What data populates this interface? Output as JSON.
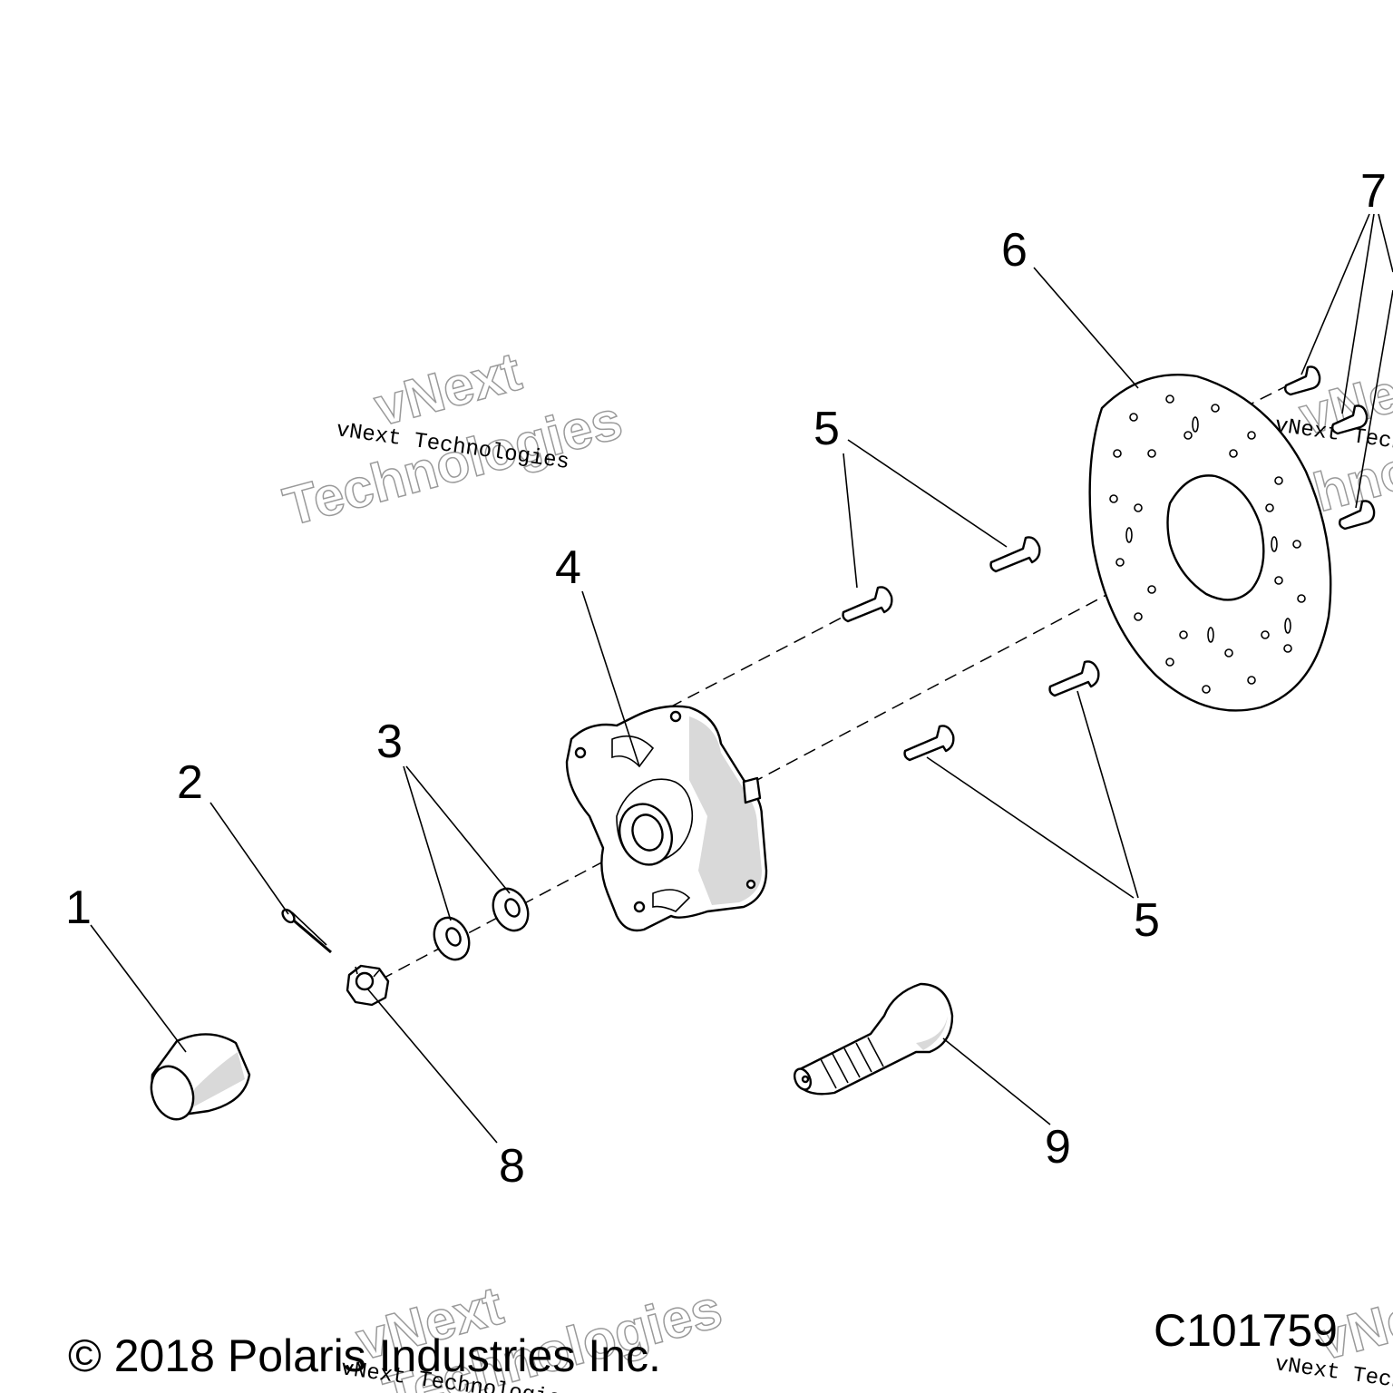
{
  "copyright": "© 2018 Polaris Industries Inc.",
  "figure_code": "C101759",
  "watermark": {
    "large_line1": "vNext",
    "large_line2": "Technologies",
    "small": "vNext Technologies"
  },
  "callouts": {
    "c1": "1",
    "c2": "2",
    "c3": "3",
    "c4": "4",
    "c5_top": "5",
    "c5_bottom": "5",
    "c6": "6",
    "c7": "7",
    "c8": "8",
    "c9": "9"
  },
  "colors": {
    "line": "#000000",
    "watermark": "#9a9a9a",
    "background": "#ffffff"
  }
}
